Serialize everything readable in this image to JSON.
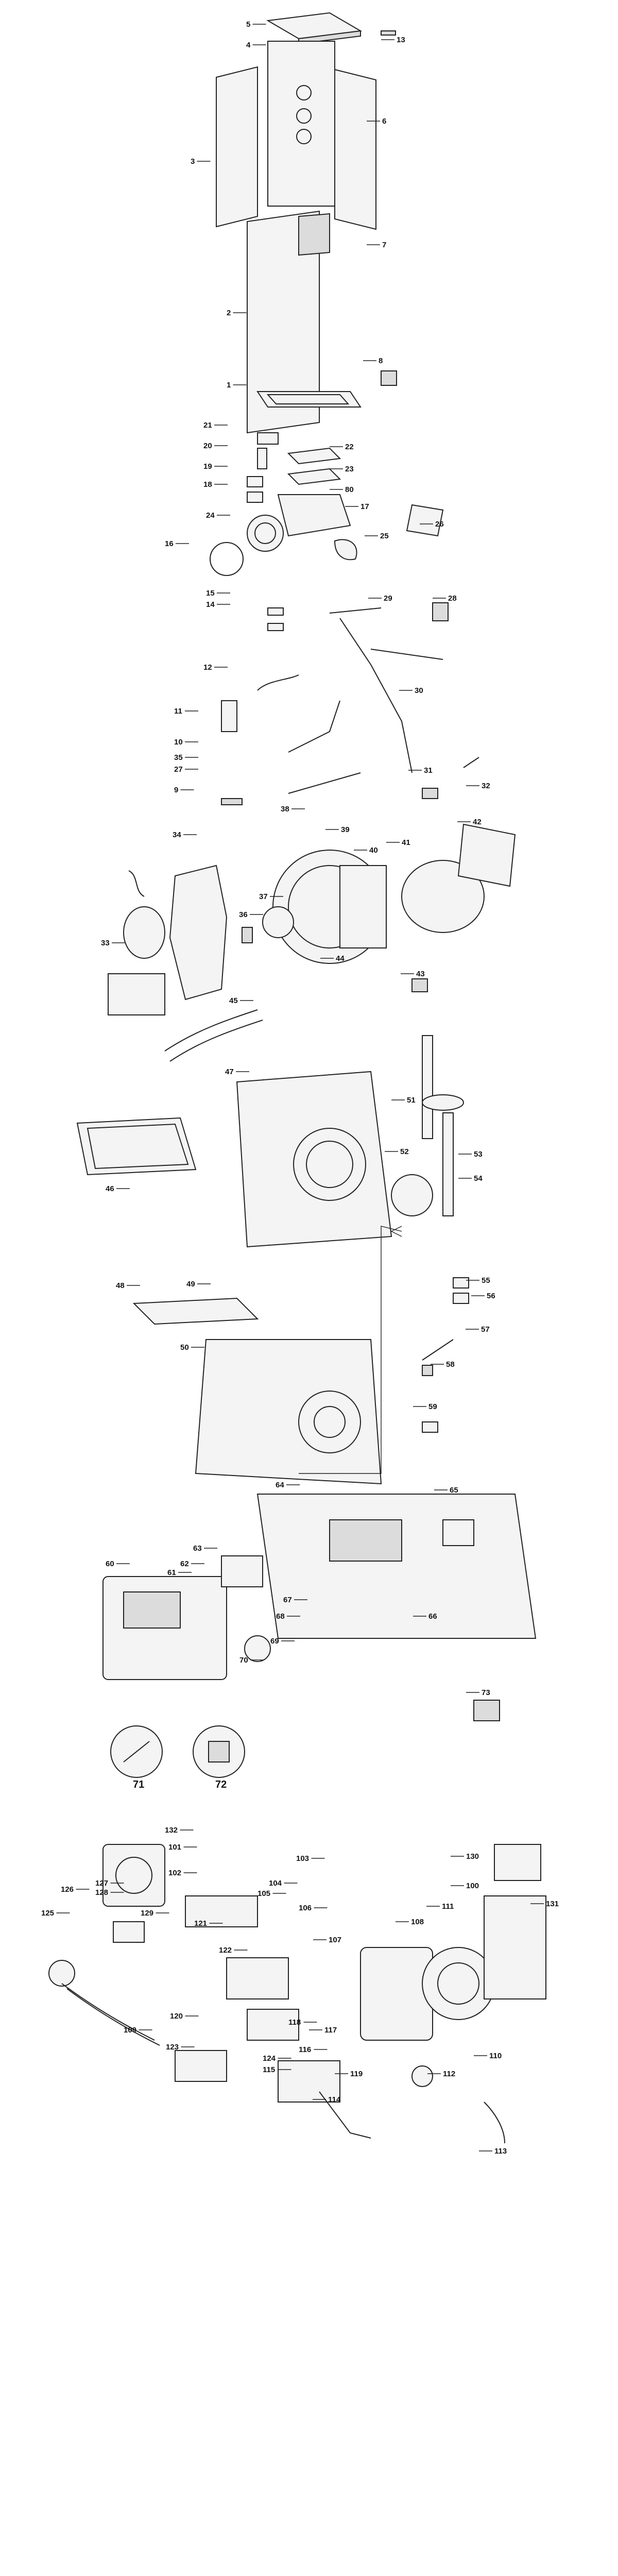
{
  "callouts": [
    "5",
    "4",
    "13",
    "3",
    "6",
    "7",
    "2",
    "8",
    "1",
    "21",
    "22",
    "20",
    "19",
    "23",
    "18",
    "80",
    "24",
    "17",
    "26",
    "16",
    "25",
    "15",
    "14",
    "29",
    "28",
    "12",
    "30",
    "11",
    "10",
    "35",
    "27",
    "31",
    "32",
    "9",
    "38",
    "34",
    "39",
    "40",
    "41",
    "42",
    "36",
    "37",
    "33",
    "44",
    "43",
    "45",
    "47",
    "51",
    "52",
    "53",
    "54",
    "46",
    "48",
    "49",
    "55",
    "56",
    "50",
    "57",
    "58",
    "59",
    "64",
    "65",
    "63",
    "60",
    "61",
    "62",
    "67",
    "68",
    "66",
    "69",
    "70",
    "73",
    "71",
    "72",
    "132",
    "101",
    "103",
    "130",
    "102",
    "104",
    "105",
    "100",
    "131",
    "127",
    "126",
    "128",
    "111",
    "106",
    "129",
    "121",
    "107",
    "108",
    "125",
    "122",
    "109",
    "120",
    "118",
    "117",
    "116",
    "110",
    "123",
    "124",
    "115",
    "119",
    "112",
    "114",
    "113"
  ]
}
